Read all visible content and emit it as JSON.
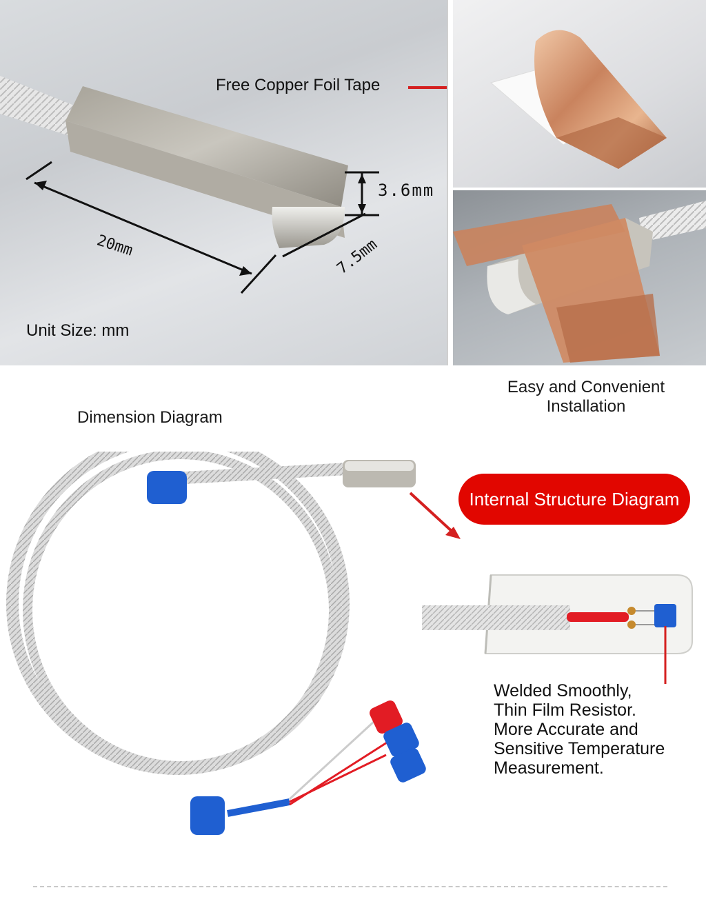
{
  "dimension_photo": {
    "copper_tape_label": "Free Copper Foil Tape",
    "length_label": "20mm",
    "width_label": "7.5mm",
    "height_label": "3.6mm",
    "unit_label": "Unit Size: mm",
    "caption": "Dimension Diagram"
  },
  "installation": {
    "caption": "Easy and Convenient Installation"
  },
  "internal_structure": {
    "badge": "Internal Structure Diagram",
    "description_lines": [
      "Welded Smoothly,",
      "Thin Film Resistor.",
      "More Accurate and",
      "Sensitive Temperature",
      "Measurement."
    ]
  },
  "colors": {
    "badge_red": "#e10600",
    "arrow_red": "#d42020",
    "copper": "#c9835e",
    "insulator_blue": "#1f5fd1",
    "connector_red": "#e21c24",
    "steel": "#b9b6ae"
  }
}
